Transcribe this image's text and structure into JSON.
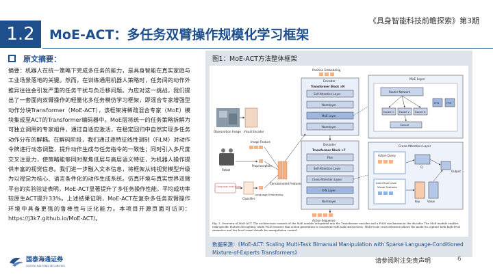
{
  "header": {
    "section_number": "1.2",
    "title": "MoE-ACT：多任务双臂操作规模化学习框架",
    "series": "《具身智能科技前瞻探索》第3期"
  },
  "abstract": {
    "heading": "原文摘要：",
    "body": "摘要：机器人在统一策略下完成多任务的能力，是具身智能在真实家庭与工业场景落地的关键。然而，在训练通用机器人策略时，任务间的动作外推异往往会引发严重的任务干扰与负迁移问题。为应对这一挑战，我们提出了一套面向双臂操作的轻量化多任务模仿学习框架，即混合专家增强型动作分块Transformer（MoE-ACT），该框架将稀疏混合专家（MoE）模块集成至ACT的Transformer编码器中。MoE层将统一的任务策略拆解为可独立调用的专家组件，通过自适应激活，在稳定回归中自然实现多任务动作分布的解耦。在解码阶段，我们通过逐特征线性调制（FiLM）对动作令牌进行动态调整，提升动作生成与任务指令的一致性；同时引入多尺度交叉注意力，使策略能够同时聚焦低层与高层语义特征，为机器人操作提供丰富的视觉信息。我们进一步融入文本信息，将框架从纯视觉模型升级为以视觉为核心、语言条件化的动作生成系统。仿真环境与真实世界双臂平台的实验验证表明，MoE-ACT显著提升了多任务操作性能，平均成功率较原生ACT提升33%。上述结果证明，MoE-ACT在复杂多任务双臂操作环境中具备更强的鲁棒性与泛化能力。本项目开源页面可访问：https://j3k7.github.io/MoE-ACT/。"
  },
  "figure": {
    "title": "图1：MoE-ACT方法整体框架",
    "labels": {
      "encoder": "Encoder",
      "position_embedding": "Position Embedding",
      "transformer_block_n": "Transformer Block ×N",
      "self_attention": "Self-Attention Layer",
      "normlayer": "Normlayer",
      "moe_layer": "MoE Layer",
      "moe_layer_2": "MoE Layer",
      "ffn": "FFN Layer",
      "router": "Router Network",
      "ffn_a": "FFN",
      "ffn_b": "FFN",
      "expert_1": "Expert 1",
      "expert_2": "Expert 2",
      "expert_k": "Expert K",
      "concat": "Concat",
      "decoder": "Decoder",
      "transformer_block_m": "Transformer Block ×7",
      "film": "Film",
      "self_attention_2": "Self-Attention Layer",
      "cross_attention": "Cross-Attention Layer",
      "ffn_layer_2": "FFN Layer",
      "cross_attention_layer": "Cross-Attention Layer",
      "action_query": "Action Query",
      "inter_final_level": "Inter/Final Level",
      "visual_features": "Visual Features",
      "q": "Q",
      "k": "Key",
      "v": "Value",
      "output": "Output",
      "observation_image": "Observation Image",
      "visual_encoder": "Visual Encoder",
      "image_feature": "Image Feature",
      "robot": "Robot",
      "proprioception": "Proprioception",
      "language_instruction": "Language Instruction",
      "classifier": "Classifier",
      "language_embedding": "Language Embedding",
      "concatenated_features": "Concatenated Features",
      "action_sequence": "Action Sequence"
    },
    "caption": "Fig. 1: Overview of MoE-ACT. The architecture consists of the MoE module integrated into the Transformer encoder and a FiLM mechanism in the decoder. The MoE module enables task-specific feature decoupling, while FiLM ensures that action generation is consistent with task instructions. Multi-scale cross-attention allows the model to capture both high-level semantics and low-level visual details for manipulation control.",
    "source_prefix": "数据来源：",
    "source_title": "《MoE-ACT: Scaling Multi-Task Bimanual Manipulation with Sparse Language-Conditioned Mixture-of-Experts Transformers》"
  },
  "footer": {
    "logo_text": "国泰海通证券",
    "logo_sub": "GUOTAI HAITONG SECURITIES",
    "disclaimer": "请参阅附注免责声明",
    "page": "6"
  },
  "colors": {
    "brand": "#1f4e8c",
    "panel": "#dfe4ea",
    "block_fill": "#c9d5ea",
    "encoder_fill": "#eaf0f9",
    "ffn_fill": "#9fb7df"
  }
}
